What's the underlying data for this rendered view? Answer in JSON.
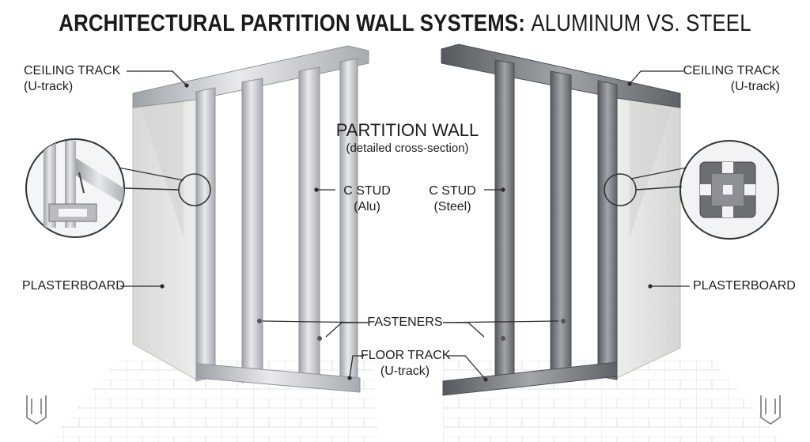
{
  "title": {
    "bold": "ARCHITECTURAL PARTITION WALL SYSTEMS:",
    "normal": "ALUMINUM VS. STEEL"
  },
  "center": {
    "heading": "PARTITION WALL",
    "subheading": "(detailed cross-section)"
  },
  "left": {
    "ceiling_track": "CEILING TRACK",
    "ceiling_track_sub": "(U-track)",
    "plasterboard": "PLASTERBOARD",
    "stud": "C STUD",
    "stud_sub": "(Alu)"
  },
  "right": {
    "ceiling_track": "CEILING TRACK",
    "ceiling_track_sub": "(U-track)",
    "plasterboard": "PLASTERBOARD",
    "stud": "C STUD",
    "stud_sub": "(Steel)"
  },
  "shared": {
    "fasteners": "FASTENERS",
    "floor_track": "FLOOR TRACK",
    "floor_track_sub": "(U-track)"
  },
  "colors": {
    "aluminum": "#c9ccd0",
    "steel": "#7d8186",
    "plasterboard": "#e4e4e2",
    "text": "#1d1d1d"
  },
  "icons": [
    "logo-mark-icon"
  ]
}
